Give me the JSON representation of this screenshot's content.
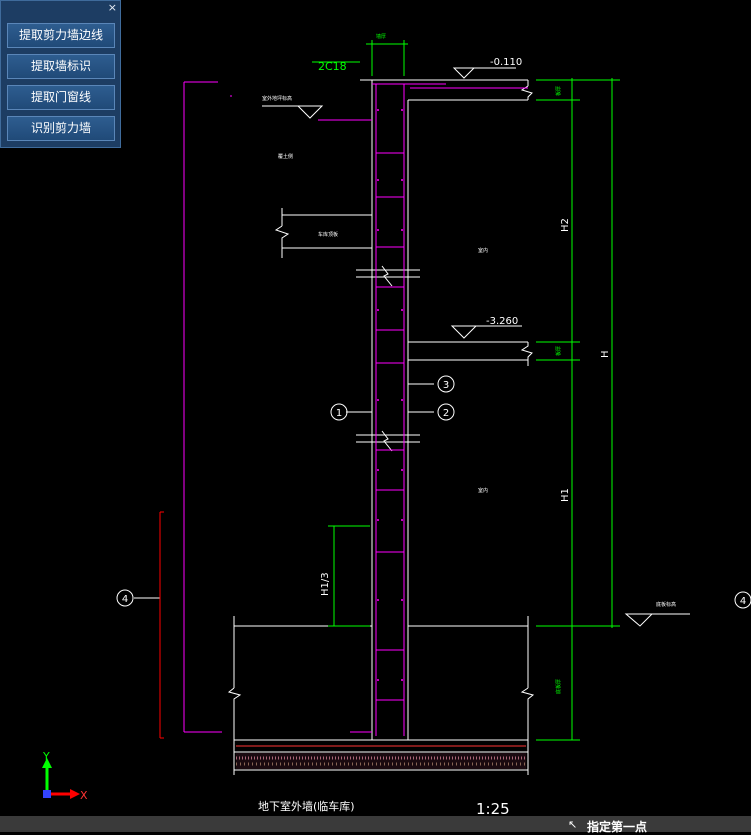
{
  "panel": {
    "close": "×",
    "buttons": [
      "提取剪力墙边线",
      "提取墙标识",
      "提取门窗线",
      "识别剪力墙"
    ]
  },
  "drawing": {
    "rebar_label": "2C18",
    "elev_top": "-0.110",
    "elev_mid": "-3.260",
    "dim_h2": "H2",
    "dim_h": "H",
    "dim_h1": "H1",
    "dim_h1_3": "H1/3",
    "callouts": [
      "1",
      "2",
      "3",
      "4",
      "4"
    ],
    "title": "地下室外墙(临车库)",
    "scale": "1:25"
  },
  "axis": {
    "y": "Y",
    "x": "X"
  },
  "command": {
    "prompt": "指定第一点"
  },
  "colors": {
    "wall": "#ffffff",
    "rebar": "#ff00ff",
    "dimension": "#00ff00",
    "section": "#ff0000"
  }
}
